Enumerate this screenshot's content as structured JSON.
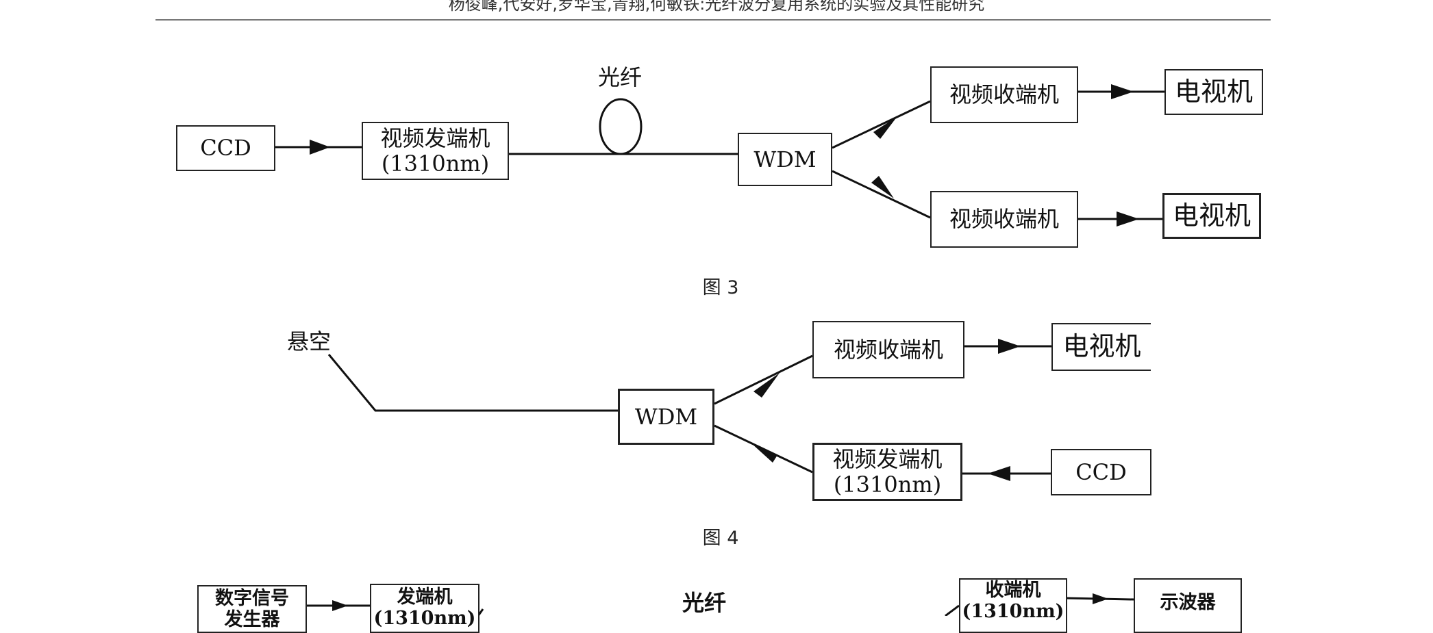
{
  "header": {
    "authors_title": "杨俊峰,代安好,罗华宝,青翔,何敏铁:光纤波分复用系统的实验及其性能研究"
  },
  "figure3": {
    "caption": "图 3",
    "ccd": "CCD",
    "transmitter": {
      "line1": "视频发端机",
      "line2": "(1310nm)"
    },
    "fiber_label": "光纤",
    "wdm": "WDM",
    "receiver_top": "视频收端机",
    "receiver_bottom": "视频收端机",
    "tv_top": "电视机",
    "tv_bottom": "电视机"
  },
  "figure4": {
    "caption": "图 4",
    "suspended_label": "悬空",
    "wdm": "WDM",
    "receiver": "视频收端机",
    "tv": "电视机",
    "transmitter": {
      "line1": "视频发端机",
      "line2": "(1310nm)"
    },
    "ccd": "CCD"
  },
  "figure5_partial": {
    "signal_source": {
      "line1": "数字信号",
      "line2": "发生器"
    },
    "transmitter": {
      "line1": "发端机",
      "line2": "(1310nm)"
    },
    "fiber_label": "光纤",
    "receiver": {
      "line1": "收端机",
      "line2": "(1310nm)"
    },
    "oscilloscope": "示波器"
  }
}
